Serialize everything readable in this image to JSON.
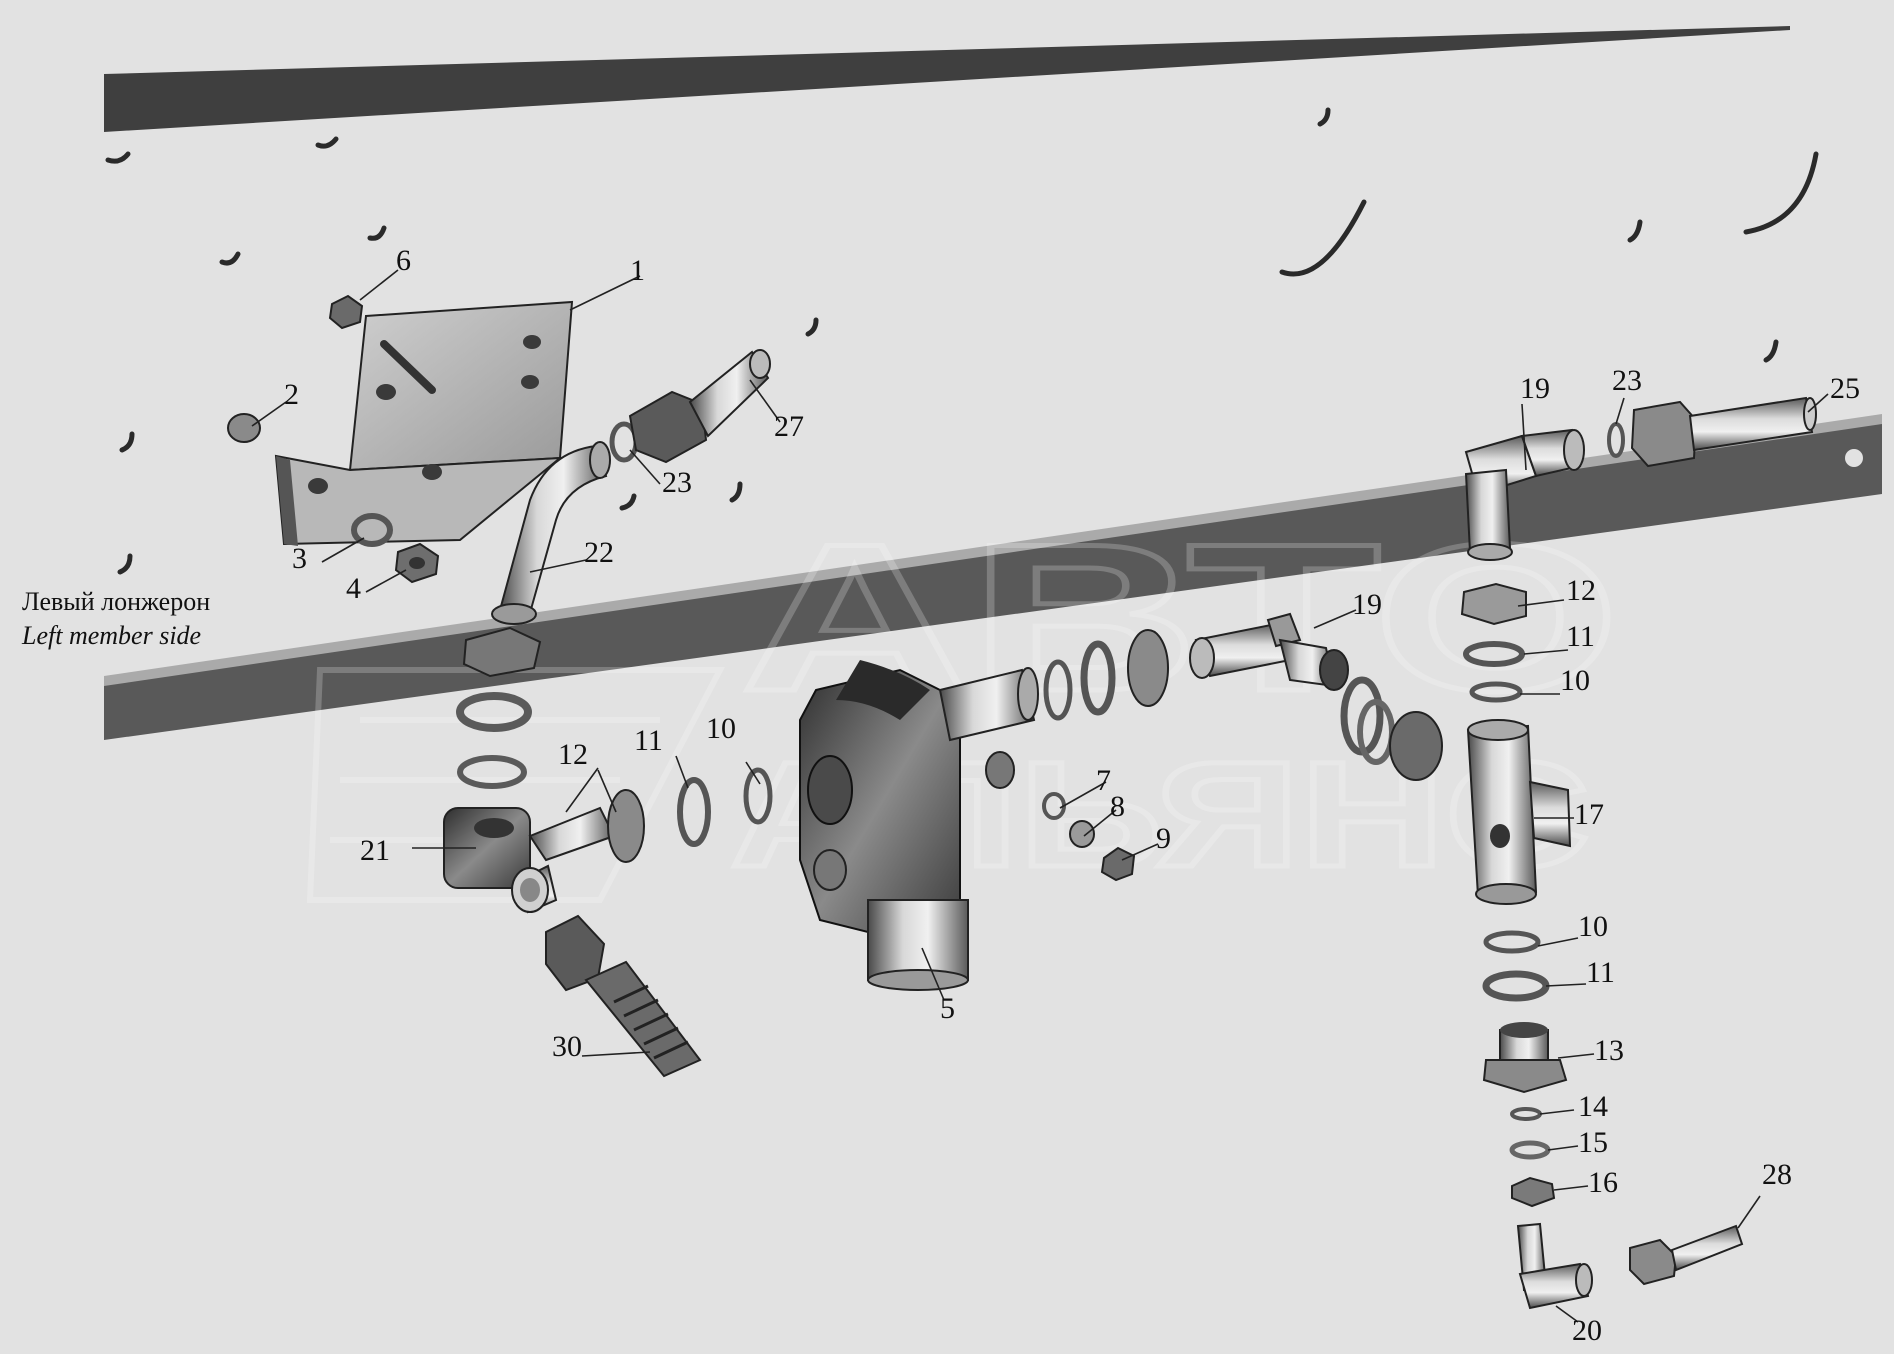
{
  "side_label": {
    "ru": "Левый лонжерон",
    "en": "Left member side"
  },
  "watermark": {
    "line1": "АВТО",
    "line2": "АЛЬЯНС"
  },
  "callouts": [
    {
      "id": "c1",
      "text": "1"
    },
    {
      "id": "c2",
      "text": "2"
    },
    {
      "id": "c3",
      "text": "3"
    },
    {
      "id": "c4",
      "text": "4"
    },
    {
      "id": "c5",
      "text": "5"
    },
    {
      "id": "c6",
      "text": "6"
    },
    {
      "id": "c7",
      "text": "7"
    },
    {
      "id": "c8",
      "text": "8"
    },
    {
      "id": "c9",
      "text": "9"
    },
    {
      "id": "c10a",
      "text": "10"
    },
    {
      "id": "c10b",
      "text": "10"
    },
    {
      "id": "c10c",
      "text": "10"
    },
    {
      "id": "c11a",
      "text": "11"
    },
    {
      "id": "c11b",
      "text": "11"
    },
    {
      "id": "c11c",
      "text": "11"
    },
    {
      "id": "c12a",
      "text": "12"
    },
    {
      "id": "c12b",
      "text": "12"
    },
    {
      "id": "c13",
      "text": "13"
    },
    {
      "id": "c14",
      "text": "14"
    },
    {
      "id": "c15",
      "text": "15"
    },
    {
      "id": "c16",
      "text": "16"
    },
    {
      "id": "c17",
      "text": "17"
    },
    {
      "id": "c19a",
      "text": "19"
    },
    {
      "id": "c19b",
      "text": "19"
    },
    {
      "id": "c20",
      "text": "20"
    },
    {
      "id": "c21",
      "text": "21"
    },
    {
      "id": "c22",
      "text": "22"
    },
    {
      "id": "c23a",
      "text": "23"
    },
    {
      "id": "c23b",
      "text": "23"
    },
    {
      "id": "c25",
      "text": "25"
    },
    {
      "id": "c27",
      "text": "27"
    },
    {
      "id": "c28",
      "text": "28"
    },
    {
      "id": "c30",
      "text": "30"
    }
  ]
}
